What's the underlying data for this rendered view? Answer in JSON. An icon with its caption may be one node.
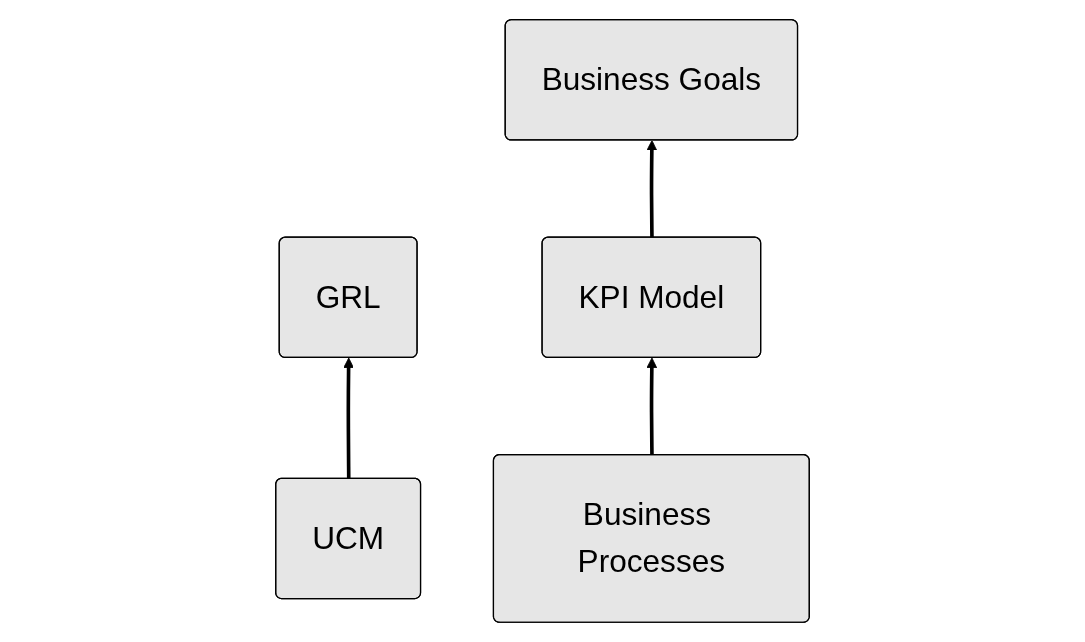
{
  "diagram": {
    "nodes": [
      {
        "text": [
          "GRL"
        ]
      },
      {
        "text": [
          "Business Goals"
        ]
      },
      {
        "text": [
          "KPI Model"
        ]
      },
      {
        "text": [
          "UCM"
        ]
      },
      {
        "text": [
          "Business Processes"
        ]
      }
    ],
    "edges": [
      {
        "from": 3,
        "to": 0,
        "arrow": "to"
      },
      {
        "from": 4,
        "to": 2,
        "arrow": "to"
      },
      {
        "from": 2,
        "to": 1,
        "arrow": "to"
      }
    ]
  }
}
